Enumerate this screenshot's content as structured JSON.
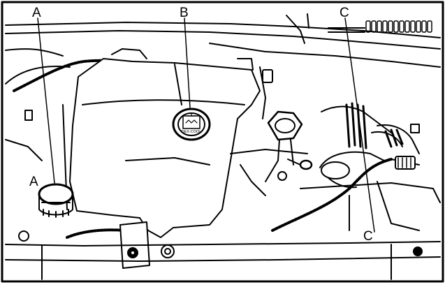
{
  "callouts": [
    {
      "id": "A",
      "label": "A"
    },
    {
      "id": "B",
      "label": "B"
    },
    {
      "id": "C",
      "label": "C"
    }
  ],
  "cap_text": "DEX-COOL"
}
